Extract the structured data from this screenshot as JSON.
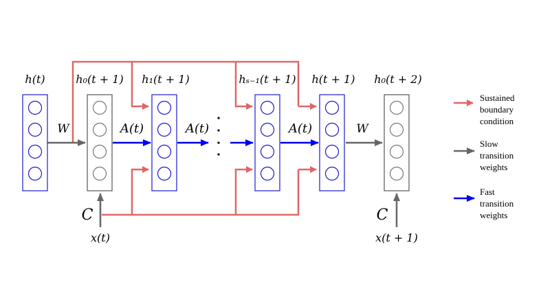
{
  "layers": {
    "h_t": "h(t)",
    "h0_t1": "h₀(t + 1)",
    "h1_t1": "h₁(t + 1)",
    "hS1_t1": "hₛ₋₁(t + 1)",
    "h_t1": "h(t + 1)",
    "h0_t2": "h₀(t + 2)"
  },
  "edges": {
    "w_left": "W",
    "w_right": "W",
    "a1": "A(t)",
    "a2": "A(t)",
    "a3": "A(t)",
    "c_left": "C",
    "c_right": "C"
  },
  "inputs": {
    "x_t": "x(t)",
    "x_t1": "x(t + 1)"
  },
  "ellipsis": "·\n·\n·\n·",
  "legend": {
    "sustained": [
      "Sustained",
      "boundary",
      "condition"
    ],
    "slow": [
      "Slow",
      "transition",
      "weights"
    ],
    "fast": [
      "Fast",
      "transition",
      "weights"
    ]
  },
  "colors": {
    "red": "#e06666",
    "gray": "#666666",
    "blue": "#0000ee",
    "node_blue": "#1a1acc",
    "box_gray": "#555555",
    "node_gray": "#777777"
  }
}
